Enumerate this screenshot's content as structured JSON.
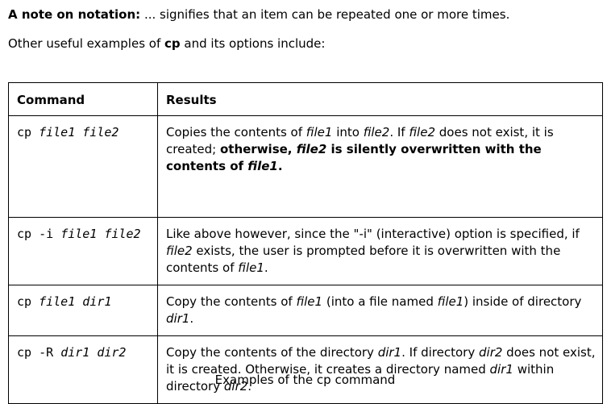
{
  "note": {
    "label": "A note on notation:",
    "text": " ... signifies that an item can be repeated one or more times."
  },
  "intro": {
    "before": "Other useful examples of ",
    "cmd": "cp",
    "after": " and its options include:"
  },
  "table": {
    "headers": [
      "Command",
      "Results"
    ],
    "rows": [
      {
        "cmd": [
          "cp ",
          "file1",
          " ",
          "file2"
        ],
        "result": [
          "Copies the contents of ",
          "file1",
          " into ",
          "file2",
          ". If ",
          "file2",
          " does not exist, it is created; ",
          "otherwise, ",
          "file2",
          " is silently overwritten with the contents of ",
          "file1",
          "."
        ]
      },
      {
        "cmd": [
          "cp -i ",
          "file1",
          " ",
          "file2"
        ],
        "result": [
          "Like above however, since the \"-i\" (interactive) option is specified, if ",
          "file2",
          " exists, the user is prompted before it is overwritten with the contents of ",
          "file1",
          "."
        ]
      },
      {
        "cmd": [
          "cp ",
          "file1",
          " ",
          "dir1"
        ],
        "result": [
          "Copy the contents of ",
          "file1",
          " (into a file named ",
          "file1",
          ") inside of directory ",
          "dir1",
          "."
        ]
      },
      {
        "cmd": [
          "cp -R ",
          "dir1",
          " ",
          "dir2"
        ],
        "result": [
          "Copy the contents of the directory ",
          "dir1",
          ". If directory ",
          "dir2",
          " does not exist, it is created. Otherwise, it creates a directory named ",
          "dir1",
          " within directory ",
          "dir2",
          "."
        ]
      }
    ]
  },
  "caption": "Examples of the cp command"
}
